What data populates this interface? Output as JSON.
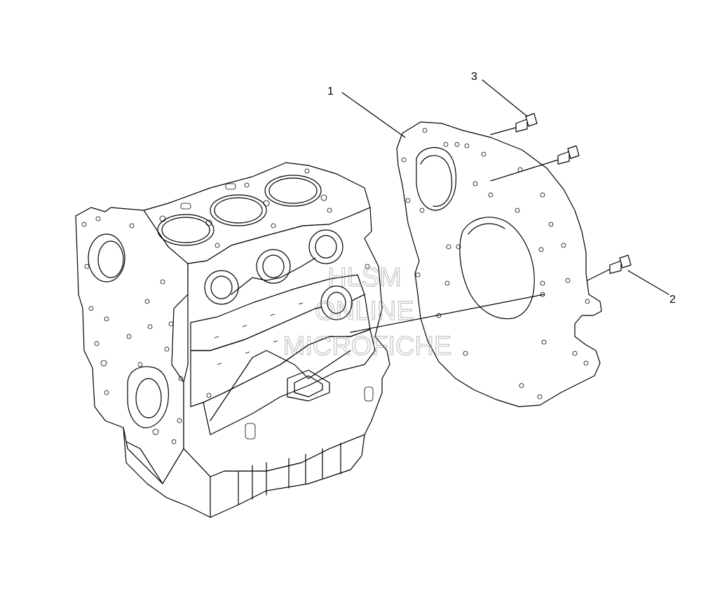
{
  "callouts": [
    {
      "id": "1",
      "label": "1"
    },
    {
      "id": "2",
      "label": "2"
    },
    {
      "id": "3",
      "label": "3"
    }
  ],
  "watermark": {
    "line1": "HLSM",
    "line2": "ONLINE",
    "line3": "MICROFICHE"
  }
}
